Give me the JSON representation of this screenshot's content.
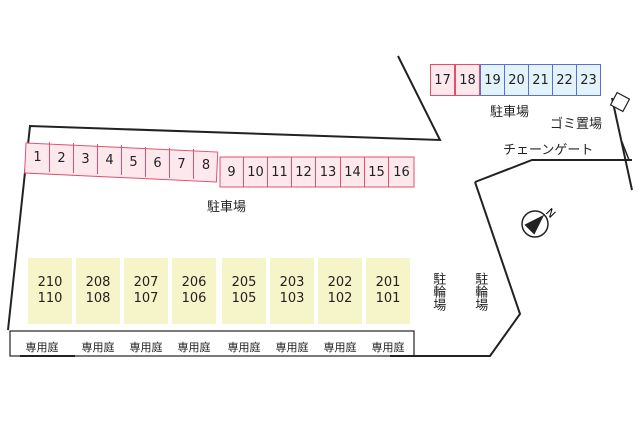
{
  "parking_top_right": {
    "pink_slots": [
      "17",
      "18"
    ],
    "blue_slots": [
      "19",
      "20",
      "21",
      "22",
      "23"
    ],
    "label": "駐車場"
  },
  "parking_main": {
    "slots": [
      "1",
      "2",
      "3",
      "4",
      "5",
      "6",
      "7",
      "8",
      "9",
      "10",
      "11",
      "12",
      "13",
      "14",
      "15",
      "16"
    ],
    "label": "駐車場"
  },
  "garbage_label": "ゴミ置場",
  "chain_gate_label": "チェーンゲート",
  "compass_label": "N",
  "units": [
    {
      "upper": "210",
      "lower": "110"
    },
    {
      "upper": "208",
      "lower": "108"
    },
    {
      "upper": "207",
      "lower": "107"
    },
    {
      "upper": "206",
      "lower": "106"
    },
    {
      "upper": "205",
      "lower": "105"
    },
    {
      "upper": "203",
      "lower": "103"
    },
    {
      "upper": "202",
      "lower": "102"
    },
    {
      "upper": "201",
      "lower": "101"
    }
  ],
  "private_garden_label": "専用庭",
  "bicycle_parking": [
    "駐輪場",
    "駐輪場"
  ],
  "colors": {
    "pink_fill": "#fde8ee",
    "pink_border": "#e0506e",
    "blue_fill": "#e2f3fb",
    "blue_border": "#5a6fd1",
    "unit_fill": "#f6f5c9"
  }
}
